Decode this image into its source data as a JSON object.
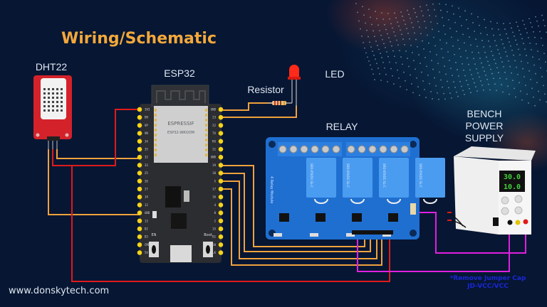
{
  "title": "Wiring/Schematic",
  "footer_url": "www.donskytech.com",
  "components": {
    "dht22": {
      "label": "DHT22"
    },
    "esp32": {
      "label": "ESP32",
      "brand": "ESPRESSIF",
      "module": "ESP32-WROOM",
      "button_en": "EN",
      "button_boot": "Boot"
    },
    "resistor": {
      "label": "Resistor"
    },
    "led": {
      "label": "LED"
    },
    "relay": {
      "label": "RELAY",
      "board_text": "4 Relay Module",
      "relay_model": "SRD-05VDC-SL-C"
    },
    "power_supply": {
      "label_line1": "BENCH",
      "label_line2": "POWER",
      "label_line3": "SUPPLY",
      "voltage_display": "30.0",
      "current_display": "10.0"
    }
  },
  "note": {
    "line1": "*Remove Jumper Cap",
    "line2": "JD-VCC/VCC"
  },
  "esp32_pins_left": [
    "3V3",
    "EN",
    "VP",
    "VN",
    "34",
    "35",
    "32",
    "33",
    "25",
    "26",
    "27",
    "14",
    "12",
    "GND",
    "13",
    "D2",
    "D3",
    "CMD",
    "5V"
  ],
  "esp32_pins_right": [
    "GND",
    "23",
    "22",
    "TX",
    "RX",
    "21",
    "GND",
    "19",
    "18",
    "5",
    "17",
    "16",
    "4",
    "0",
    "2",
    "15",
    "D1",
    "D0",
    "CLK"
  ],
  "wire_colors": {
    "signal": "#f0a23c",
    "power": "#e01b1b",
    "psu": "#e020e0"
  }
}
